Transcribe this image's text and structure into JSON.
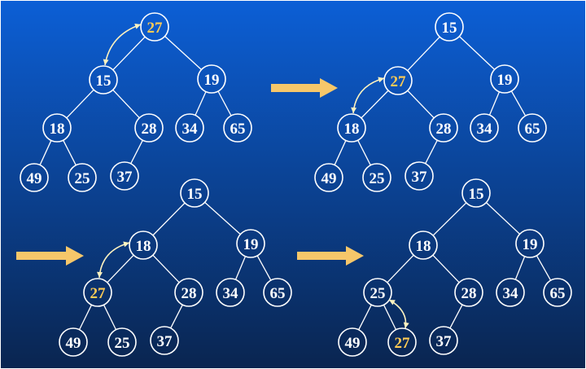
{
  "colors": {
    "bg_top": "#0c5fd6",
    "bg_bottom": "#0a2550",
    "node_stroke": "#ffffff",
    "node_text": "#ffffff",
    "highlight_text": "#ffcc55",
    "edge": "#ffffff",
    "arrow": "#f6c76a",
    "swap_arrow": "#fff3c0"
  },
  "panels": [
    {
      "nodes": [
        {
          "id": "root",
          "label": "27",
          "highlight": true
        },
        {
          "id": "l",
          "label": "15"
        },
        {
          "id": "r",
          "label": "19"
        },
        {
          "id": "ll",
          "label": "18"
        },
        {
          "id": "lr",
          "label": "28"
        },
        {
          "id": "rl",
          "label": "34"
        },
        {
          "id": "rr",
          "label": "65"
        },
        {
          "id": "lll",
          "label": "49"
        },
        {
          "id": "llr",
          "label": "25"
        },
        {
          "id": "lrl",
          "label": "37"
        }
      ],
      "swap": [
        "root",
        "l"
      ]
    },
    {
      "nodes": [
        {
          "id": "root",
          "label": "15"
        },
        {
          "id": "l",
          "label": "27",
          "highlight": true
        },
        {
          "id": "r",
          "label": "19"
        },
        {
          "id": "ll",
          "label": "18"
        },
        {
          "id": "lr",
          "label": "28"
        },
        {
          "id": "rl",
          "label": "34"
        },
        {
          "id": "rr",
          "label": "65"
        },
        {
          "id": "lll",
          "label": "49"
        },
        {
          "id": "llr",
          "label": "25"
        },
        {
          "id": "lrl",
          "label": "37"
        }
      ],
      "swap": [
        "l",
        "ll"
      ]
    },
    {
      "nodes": [
        {
          "id": "root",
          "label": "15"
        },
        {
          "id": "l",
          "label": "18"
        },
        {
          "id": "r",
          "label": "19"
        },
        {
          "id": "ll",
          "label": "27",
          "highlight": true
        },
        {
          "id": "lr",
          "label": "28"
        },
        {
          "id": "rl",
          "label": "34"
        },
        {
          "id": "rr",
          "label": "65"
        },
        {
          "id": "lll",
          "label": "49"
        },
        {
          "id": "llr",
          "label": "25"
        },
        {
          "id": "lrl",
          "label": "37"
        }
      ],
      "swap": [
        "l",
        "ll"
      ]
    },
    {
      "nodes": [
        {
          "id": "root",
          "label": "15"
        },
        {
          "id": "l",
          "label": "18"
        },
        {
          "id": "r",
          "label": "19"
        },
        {
          "id": "ll",
          "label": "25"
        },
        {
          "id": "lr",
          "label": "28"
        },
        {
          "id": "rl",
          "label": "34"
        },
        {
          "id": "rr",
          "label": "65"
        },
        {
          "id": "lll",
          "label": "49"
        },
        {
          "id": "llr",
          "label": "27",
          "highlight": true
        },
        {
          "id": "lrl",
          "label": "37"
        }
      ],
      "swap": [
        "ll",
        "llr"
      ]
    }
  ]
}
